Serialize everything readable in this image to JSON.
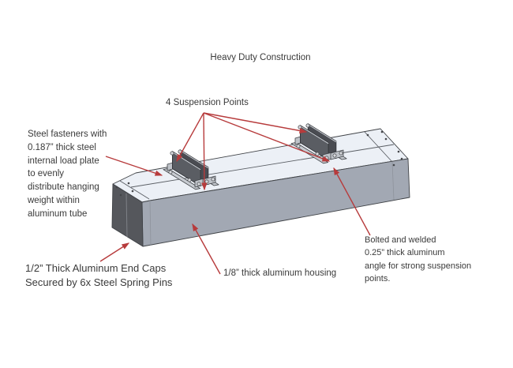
{
  "title": "Heavy Duty Construction",
  "callouts": {
    "suspension_points": {
      "label": "4 Suspension Points"
    },
    "steel_fasteners": {
      "lines": [
        "Steel fasteners with",
        "0.187” thick steel",
        "internal load plate",
        "to evenly",
        "distribute hanging",
        "weight within",
        "aluminum tube"
      ]
    },
    "end_caps": {
      "lines": [
        "1/2” Thick Aluminum End Caps",
        "Secured by 6x Steel Spring Pins"
      ]
    },
    "housing": {
      "lines": [
        "1/8” thick aluminum housing"
      ]
    },
    "suspension_angle": {
      "lines": [
        "Bolted and welded",
        "0.25” thick aluminum",
        "angle for strong suspension",
        "points."
      ]
    }
  },
  "diagram": {
    "parts": [
      "aluminum-tube",
      "left-end-cap",
      "left-suspension-bracket",
      "right-suspension-bracket"
    ],
    "suspension_point_count": 4
  },
  "colors": {
    "callout_red": "#b73b3c",
    "text": "#3a3a3a",
    "top_face": "#ecf0f6",
    "front_face": "#a2a8b3",
    "end_face": "#55575c",
    "bracket_dark": "#4a4c52",
    "bracket_light": "#c7cbd1",
    "edge": "#3f4246",
    "background": "#ffffff"
  }
}
